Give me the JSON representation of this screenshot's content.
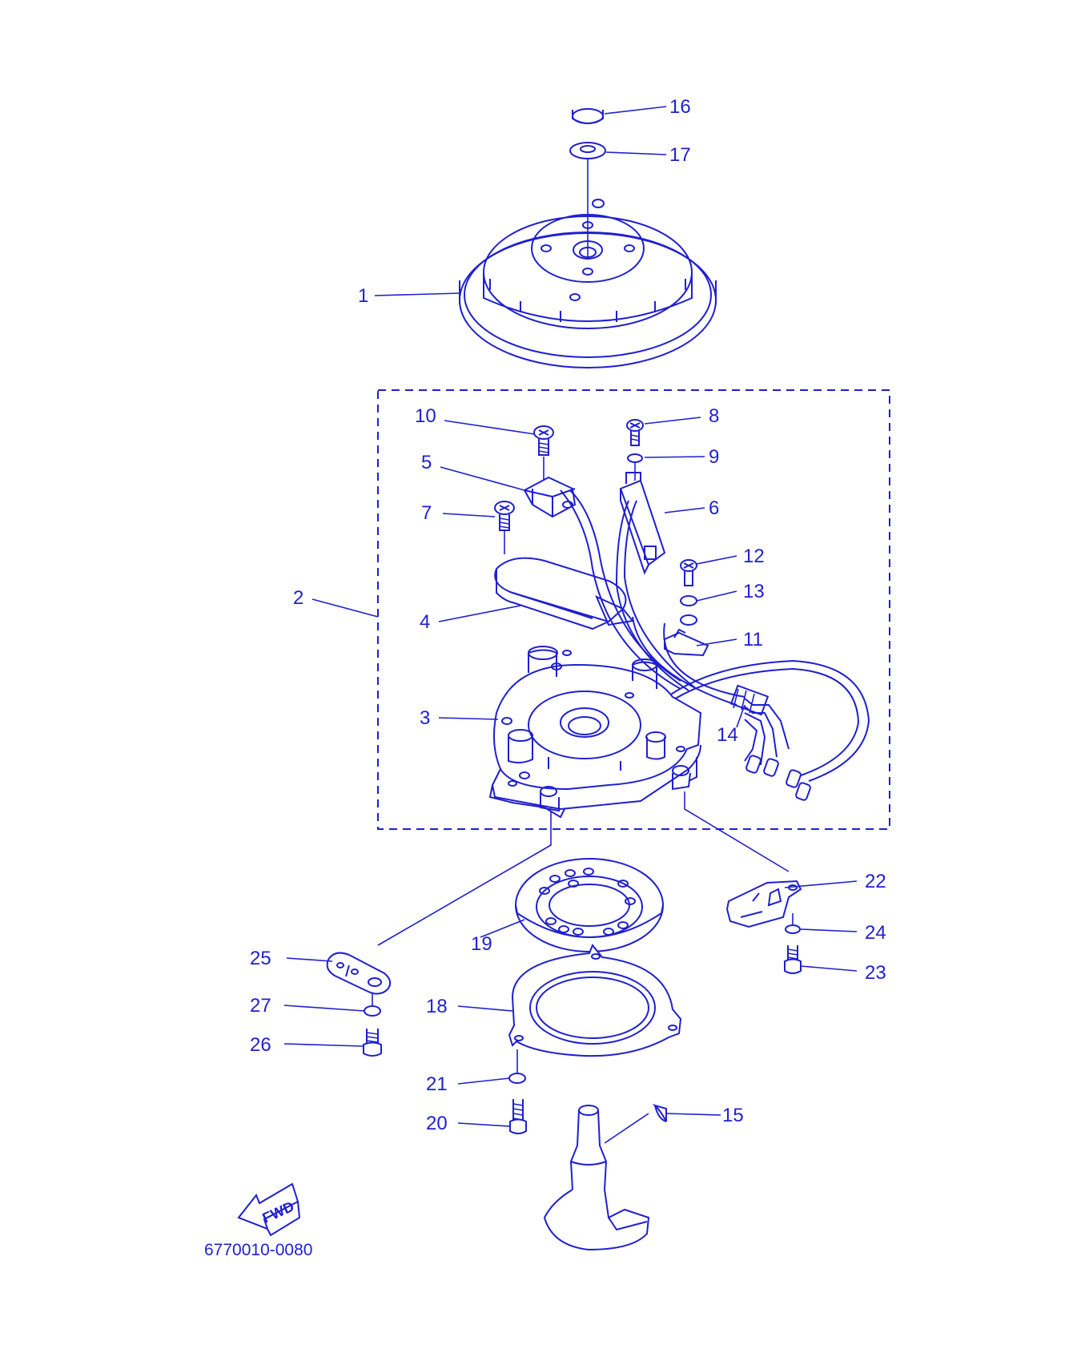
{
  "diagram": {
    "part_number": "6770010-0080",
    "fwd_label": "FWD",
    "callouts": [
      "1",
      "2",
      "3",
      "4",
      "5",
      "6",
      "7",
      "8",
      "9",
      "10",
      "11",
      "12",
      "13",
      "14",
      "15",
      "16",
      "17",
      "18",
      "19",
      "20",
      "21",
      "22",
      "23",
      "24",
      "25",
      "26",
      "27"
    ],
    "colors": {
      "ink": "#1f1fd0",
      "background": "#ffffff"
    }
  }
}
